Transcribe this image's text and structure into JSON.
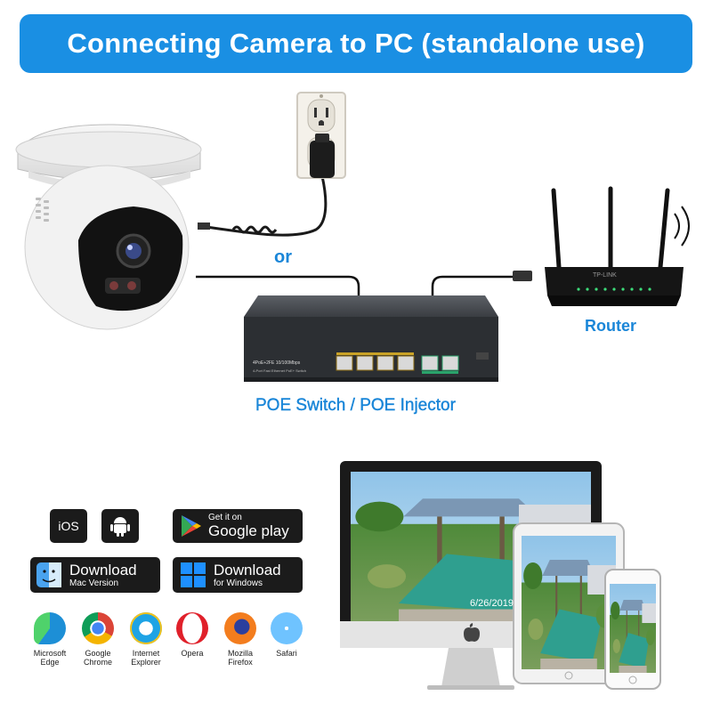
{
  "title": "Connecting Camera to PC (standalone use)",
  "labels": {
    "or": "or",
    "router": "Router",
    "poe": "POE Switch / POE Injector"
  },
  "switch": {
    "model_line": "4PoE+2FE 10/100Mbps",
    "desc_line": "4-Port Fast Ethernet PoE+ Switch"
  },
  "router_brand": "TP-LINK",
  "screens": {
    "timestamp": "6/26/2019"
  },
  "apps": {
    "ios": "iOS",
    "google_play": {
      "small": "Get it on",
      "large": "Google play"
    },
    "mac": {
      "large": "Download",
      "small": "Mac Version"
    },
    "windows": {
      "large": "Download",
      "small": "for Windows"
    }
  },
  "browsers": [
    {
      "name": "Microsoft Edge",
      "color": "#1d8fd6"
    },
    {
      "name": "Google Chrome",
      "color": "#db4437"
    },
    {
      "name": "Internet Explorer",
      "color": "#1ea3e5"
    },
    {
      "name": "Opera",
      "color": "#e0202a"
    },
    {
      "name": "Mozilla Firefox",
      "color": "#f37d1e"
    },
    {
      "name": "Safari",
      "color": "#2a9df4"
    }
  ],
  "colors": {
    "accent": "#1a8fe3",
    "label": "#1a86d8"
  }
}
